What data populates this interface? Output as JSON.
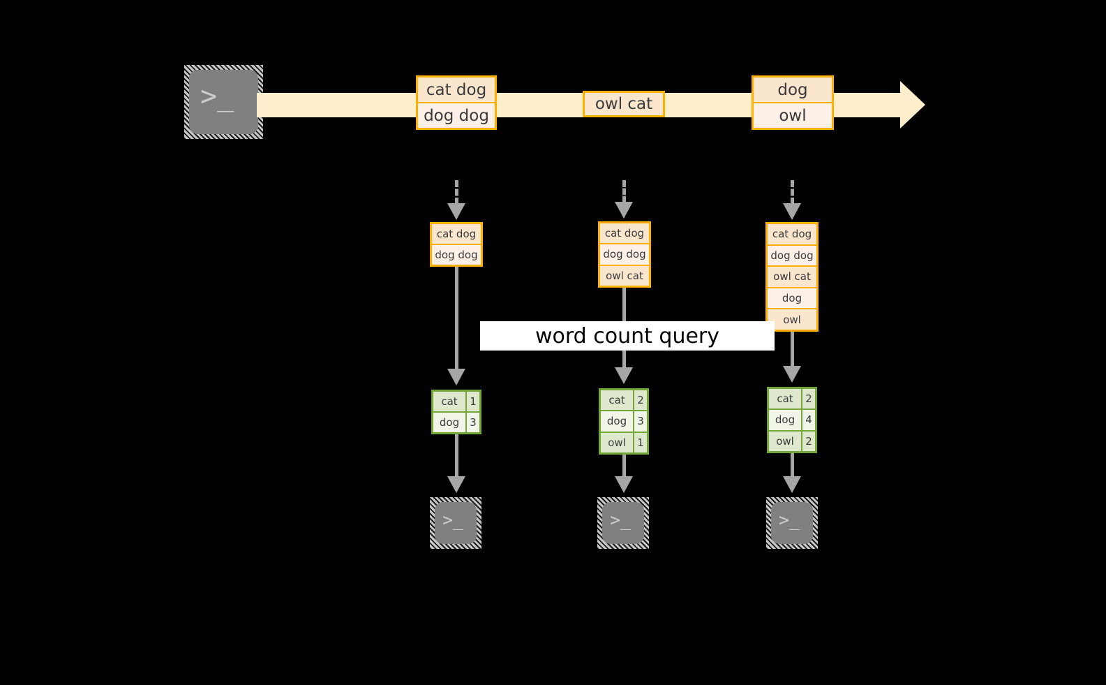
{
  "diagram": {
    "title_label": "word count query",
    "colors": {
      "background": "#000000",
      "stream_band": "#ffeecc",
      "record_border": "#ffb000",
      "record_fill_dark": "#fae5cd",
      "record_fill_light": "#fdf0e6",
      "table_border": "#73a839",
      "table_fill_dark": "#dde8cd",
      "table_fill_light": "#f0f5e8",
      "connector": "#a6a6a6",
      "terminal_body": "#808080",
      "label_fill": "#ffffff"
    },
    "producer": {
      "icon": "terminal-icon",
      "prompt": ">_"
    },
    "stream": {
      "events": [
        {
          "lines": [
            "cat dog",
            "dog dog"
          ]
        },
        {
          "lines": [
            "owl cat"
          ]
        },
        {
          "lines": [
            "dog",
            "owl"
          ]
        }
      ]
    },
    "snapshots": [
      {
        "name": "snapshot-1",
        "records": [
          "cat dog",
          "dog dog"
        ],
        "result": {
          "rows": [
            {
              "word": "cat",
              "count": "1"
            },
            {
              "word": "dog",
              "count": "3"
            }
          ]
        },
        "consumer": {
          "icon": "terminal-icon",
          "prompt": ">_"
        }
      },
      {
        "name": "snapshot-2",
        "records": [
          "cat dog",
          "dog dog",
          "owl cat"
        ],
        "result": {
          "rows": [
            {
              "word": "cat",
              "count": "2"
            },
            {
              "word": "dog",
              "count": "3"
            },
            {
              "word": "owl",
              "count": "1"
            }
          ]
        },
        "consumer": {
          "icon": "terminal-icon",
          "prompt": ">_"
        }
      },
      {
        "name": "snapshot-3",
        "records": [
          "cat dog",
          "dog dog",
          "owl cat",
          "dog",
          "owl"
        ],
        "result": {
          "rows": [
            {
              "word": "cat",
              "count": "2"
            },
            {
              "word": "dog",
              "count": "4"
            },
            {
              "word": "owl",
              "count": "2"
            }
          ]
        },
        "consumer": {
          "icon": "terminal-icon",
          "prompt": ">_"
        }
      }
    ]
  }
}
